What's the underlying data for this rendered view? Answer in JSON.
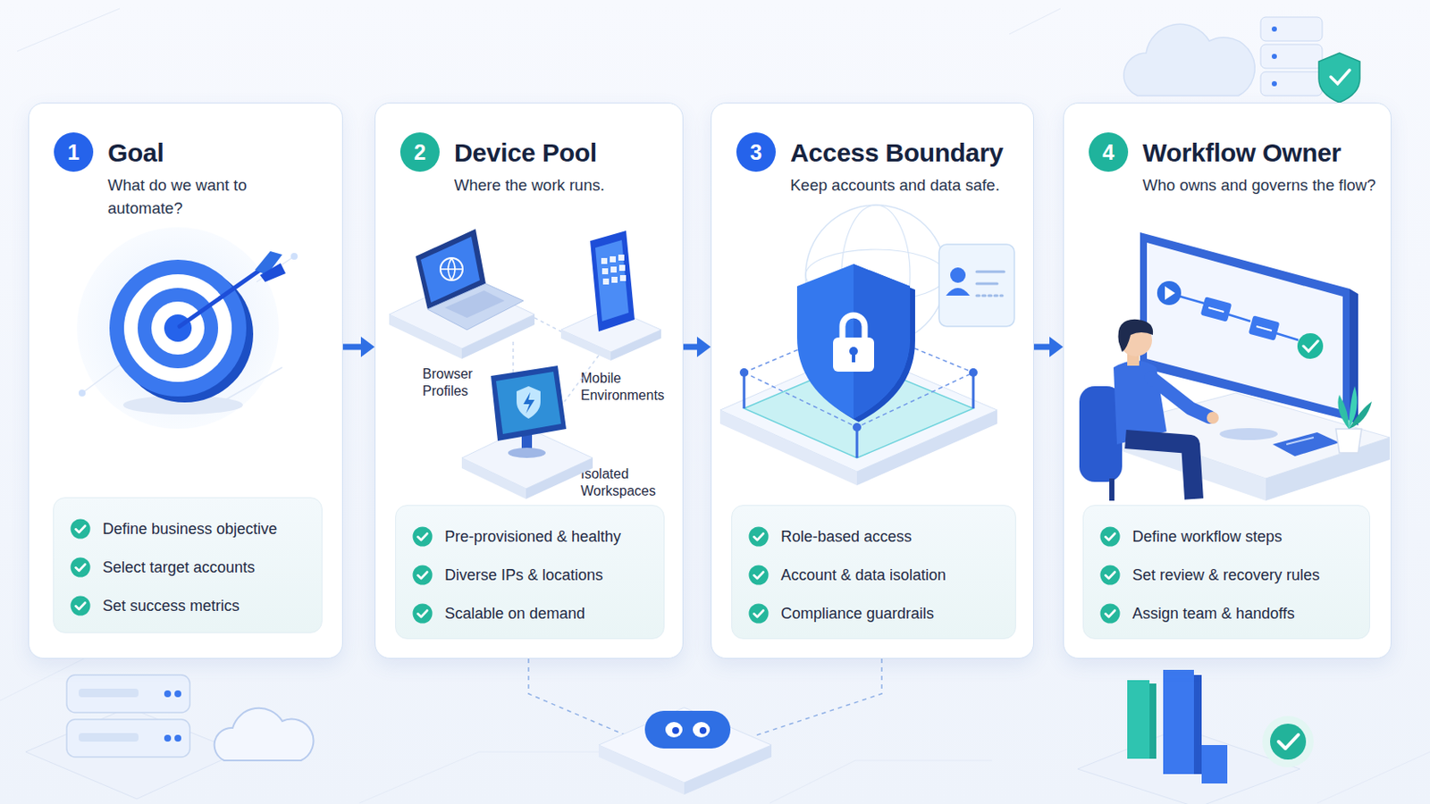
{
  "diagram": {
    "nodes": [
      {
        "text": [
          "Goal",
          "What do we want to automate?"
        ]
      },
      {
        "text": [
          "1"
        ],
        "in": 0
      },
      {
        "text": [
          "Define business objective",
          "Select target accounts",
          "Set success metrics"
        ],
        "in": 0
      },
      {
        "text": [
          "Device Pool",
          "Where the work runs."
        ]
      },
      {
        "text": [
          "2"
        ],
        "in": 3
      },
      {
        "text": [
          "Pre-provisioned & healthy",
          "Diverse IPs & locations",
          "Scalable on demand"
        ],
        "in": 3
      },
      {
        "text": [
          "Access Boundary",
          "Keep accounts and data safe."
        ]
      },
      {
        "text": [
          "3"
        ],
        "in": 6
      },
      {
        "text": [
          "Role-based access",
          "Account & data isolation",
          "Compliance guardrails"
        ],
        "in": 6
      },
      {
        "text": [
          "Workflow Owner",
          "Who owns and governs the flow?"
        ]
      },
      {
        "text": [
          "4"
        ],
        "in": 9
      },
      {
        "text": [
          "Define workflow steps",
          "Set review & recovery rules",
          "Assign team & handoffs"
        ],
        "in": 9
      }
    ],
    "edges": [
      {
        "from": 0,
        "to": 3,
        "arrow": "to"
      },
      {
        "from": 3,
        "to": 6,
        "arrow": "to"
      },
      {
        "from": 6,
        "to": 9,
        "arrow": "to"
      }
    ],
    "labels": [
      "Browser Profiles",
      "Mobile Environments",
      "Isolated Workspaces"
    ]
  }
}
